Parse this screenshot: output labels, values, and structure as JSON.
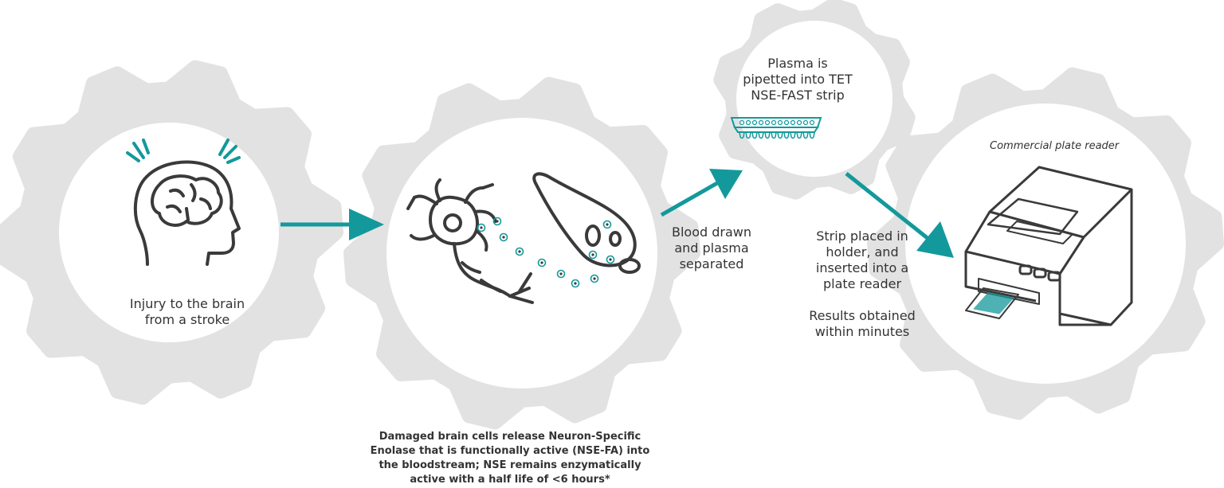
{
  "colors": {
    "gear": "#e2e2e2",
    "gear_inner": "#ffffff",
    "accent": "#13999b",
    "line": "#3a3a3a"
  },
  "steps": {
    "injury": {
      "lines": [
        "Injury to the brain",
        "from a stroke"
      ]
    },
    "release": {
      "lines": [
        "Damaged brain cells release Neuron-Specific",
        "Enolase that is functionally active (NSE-FA) into",
        "the bloodstream; NSE remains enzymatically"
      ],
      "last_prefix": "active with a half life of ",
      "last_emphasis": "<6 hours*"
    },
    "blood": {
      "lines": [
        "Blood drawn",
        "and plasma",
        "separated"
      ]
    },
    "plasma": {
      "lines": [
        "Plasma is",
        "pipetted into TET",
        "NSE-FAST strip"
      ]
    },
    "strip": {
      "lines": [
        "Strip placed in",
        "holder, and",
        "inserted into a",
        "plate reader"
      ]
    },
    "results": {
      "lines": [
        "Results obtained",
        "within minutes"
      ]
    },
    "reader": {
      "label": "Commercial plate reader"
    }
  },
  "icons": [
    "brain-head-icon",
    "neuron-icon",
    "damaged-cell-icon",
    "test-strip-icon",
    "plate-reader-icon"
  ]
}
